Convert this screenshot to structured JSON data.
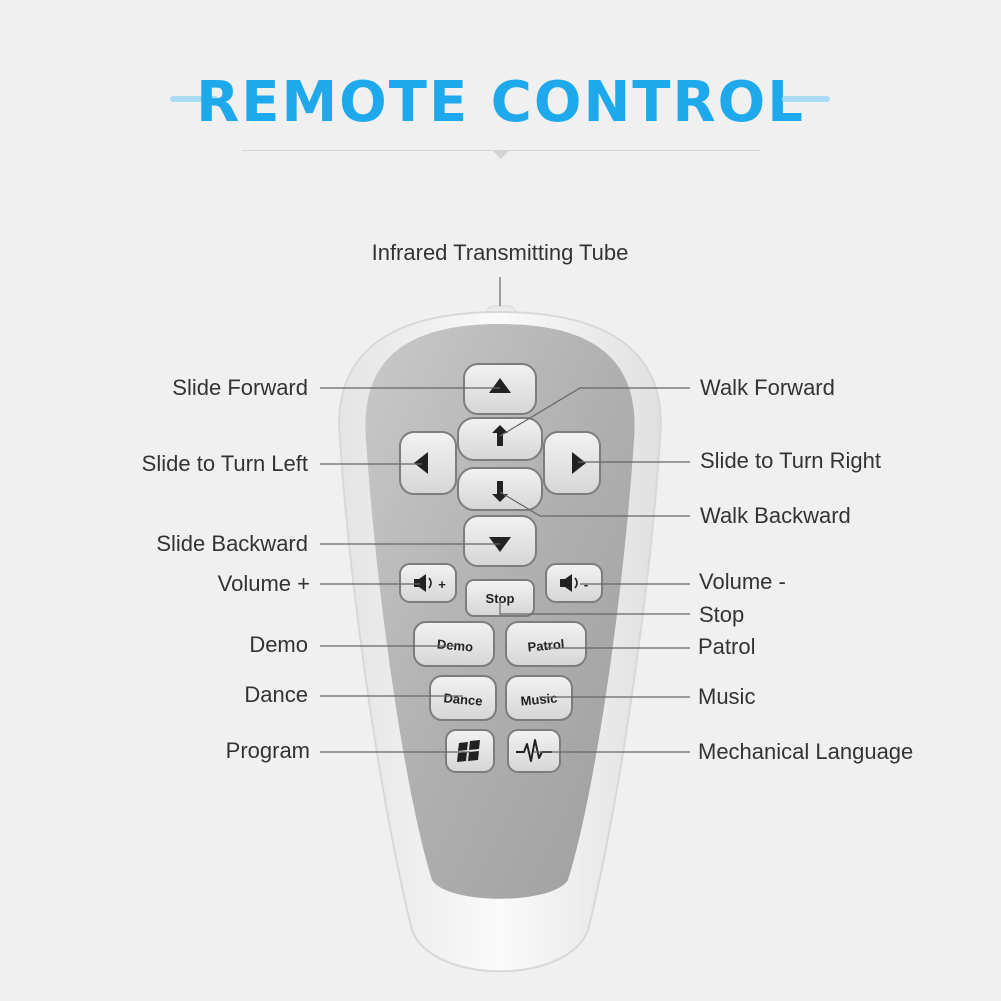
{
  "title": "REMOTE CONTROL",
  "labels": {
    "infrared": "Infrared Transmitting Tube",
    "slide_forward": "Slide Forward",
    "walk_forward": "Walk Forward",
    "slide_turn_left": "Slide to Turn Left",
    "slide_turn_right": "Slide to Turn Right",
    "walk_backward": "Walk Backward",
    "slide_backward": "Slide Backward",
    "volume_plus": "Volume +",
    "volume_minus": "Volume -",
    "stop": "Stop",
    "demo": "Demo",
    "patrol": "Patrol",
    "dance": "Dance",
    "music": "Music",
    "program": "Program",
    "mechanical_language": "Mechanical Language"
  },
  "buttons": {
    "vol_plus": "+",
    "vol_minus": "-",
    "stop": "Stop",
    "demo": "Demo",
    "patrol": "Patrol",
    "dance": "Dance",
    "music": "Music"
  },
  "colors": {
    "title": "#1ea9ec",
    "title_dash": "#a9dbf4",
    "remote_shell": "#f7f7f7",
    "remote_panel": "#b3b3b3",
    "button_face": "#e6e6e6"
  }
}
